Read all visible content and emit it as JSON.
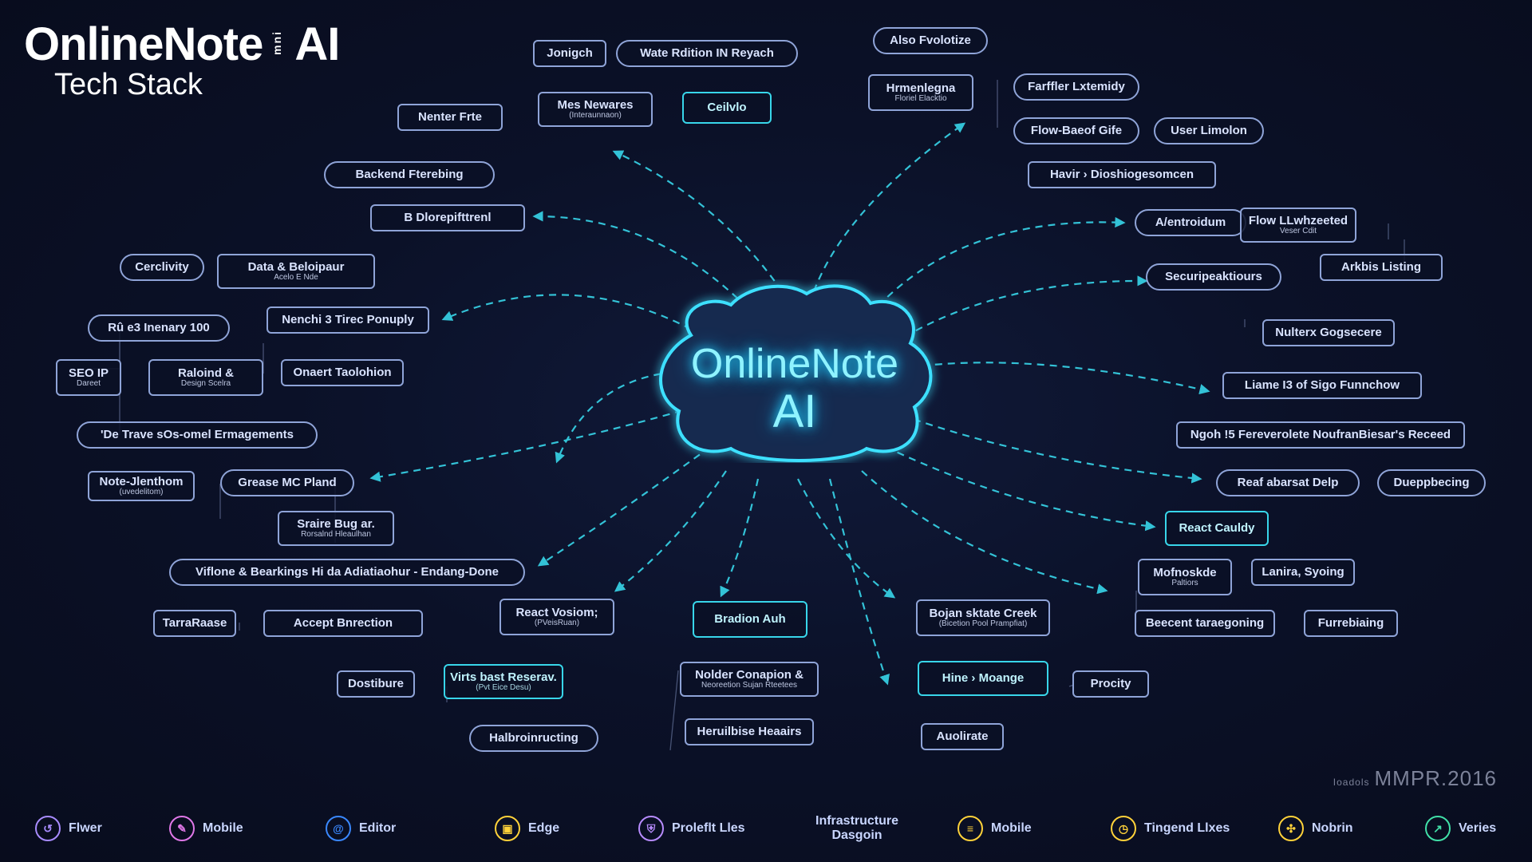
{
  "title": {
    "main": "OnlineNote",
    "mark": "ᴉuɯ",
    "suffix": "AI",
    "sub": "Tech Stack"
  },
  "hub": {
    "line1": "OnlineNote",
    "line2": "AI"
  },
  "nodes": [
    {
      "label": "Jonigch"
    },
    {
      "label": "Wate Rdition IN Reyach"
    },
    {
      "label": "Also Fvolotize"
    },
    {
      "label": "Nenter Frte"
    },
    {
      "label": "Mes Newares",
      "sub": "(Interaunnaon)"
    },
    {
      "label": "Ceilvlo"
    },
    {
      "label": "Hrmenlegna",
      "sub": "Floriel Elacktio"
    },
    {
      "label": "Farffler Lxtemidy"
    },
    {
      "label": "Flow-Baeof Gife"
    },
    {
      "label": "User Limolon"
    },
    {
      "label": "Backend Fterebing"
    },
    {
      "label": "Havir › Dioshiogesomcen"
    },
    {
      "label": "B Dlorepifttrenl"
    },
    {
      "label": "A/entroidum"
    },
    {
      "label": "Flow LLwhzeeted",
      "sub": "Veser Cdit"
    },
    {
      "label": "Cerclivity"
    },
    {
      "label": "Data & Beloipaur",
      "sub": "Acelo E Nde"
    },
    {
      "label": "Arkbis Listing"
    },
    {
      "label": "Securipeaktiours"
    },
    {
      "label": "Rû e3 Inenary 100"
    },
    {
      "label": "Nenchi 3 Tirec Ponuply"
    },
    {
      "label": "Nulterx Gogsecere"
    },
    {
      "label": "SEO IP",
      "sub": "Dareet"
    },
    {
      "label": "Raloind &",
      "sub": "Design Scelra"
    },
    {
      "label": "Onaert Taolohion"
    },
    {
      "label": "Liame I3 of Sigo Funnchow"
    },
    {
      "label": "'De Trave sOs-omel Ermagements"
    },
    {
      "label": "Ngoh !5 Fereverolete NoufranBiesar's Receed"
    },
    {
      "label": "Note-Jlenthom",
      "sub": "(uvedelitom)"
    },
    {
      "label": "Grease MC Pland"
    },
    {
      "label": "Reaf abarsat Delp"
    },
    {
      "label": "Dueppbecing"
    },
    {
      "label": "Sraire Bug ar.",
      "sub": "Rorsalnd Hleaulhan"
    },
    {
      "label": "React Cauldy"
    },
    {
      "label": "Viflone & Bearkings Hi da Adiatiaohur - Endang-Done"
    },
    {
      "label": "Mofnoskde",
      "sub": "Paltiors"
    },
    {
      "label": "Lanira, Syoing"
    },
    {
      "label": "TarraRaase"
    },
    {
      "label": "Accept Bnrection"
    },
    {
      "label": "React Vosiom;",
      "sub": "(PVeisRuan)"
    },
    {
      "label": "Bradion Auh"
    },
    {
      "label": "Bojan sktate Creek",
      "sub": "(Bicetion Pool Prampfiat)"
    },
    {
      "label": "Beecent taraegoning"
    },
    {
      "label": "Furrebiaing"
    },
    {
      "label": "Dostibure"
    },
    {
      "label": "Virts bast Reserav.",
      "sub": "(Pvt Eice Desu)"
    },
    {
      "label": "Nolder Conapion &",
      "sub": "Neoreetion Sujan Rteetees"
    },
    {
      "label": "Hine › Moange"
    },
    {
      "label": "Procity"
    },
    {
      "label": "Halbroinructing"
    },
    {
      "label": "Heruilbise Heaairs"
    },
    {
      "label": "Auolirate"
    }
  ],
  "watermark": {
    "small": "Ioadols",
    "text": "MMPR.2016"
  },
  "bottom_bar": [
    {
      "label": "Flwer",
      "icon": "swirl-icon",
      "color": "#a88cff"
    },
    {
      "label": "Mobile",
      "icon": "pen-icon",
      "color": "#e078e8"
    },
    {
      "label": "Editor",
      "icon": "spiral-icon",
      "color": "#3a88ff"
    },
    {
      "label": "Edge",
      "icon": "square-icon",
      "color": "#ffd23a"
    },
    {
      "label": "Proleflt Lles",
      "icon": "shield-icon",
      "color": "#b88cff"
    },
    {
      "label": "Infrastructure",
      "label2": "Dasgoin",
      "icon": "",
      "color": "#c9d6ff"
    },
    {
      "label": "Mobile",
      "icon": "document-icon",
      "color": "#ffd23a"
    },
    {
      "label": "Tingend Llxes",
      "icon": "clock-icon",
      "color": "#ffd23a"
    },
    {
      "label": "Nobrin",
      "icon": "drone-icon",
      "color": "#ffd23a"
    },
    {
      "label": "Veries",
      "icon": "trend-arrow-icon",
      "color": "#41e0a8"
    }
  ],
  "colors": {
    "background": "#0b1128",
    "hub_glow": "#22d8ff",
    "connector": "#38d6ea",
    "node_border": "#8fa4d8"
  }
}
